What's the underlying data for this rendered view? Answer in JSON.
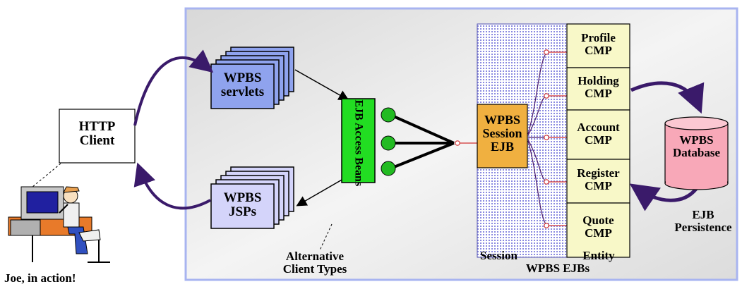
{
  "http_client": {
    "line1": "HTTP",
    "line2": "Client"
  },
  "person_caption": "Joe, in action!",
  "servlets": {
    "line1": "WPBS",
    "line2": "servlets"
  },
  "jsps": {
    "line1": "WPBS",
    "line2": "JSPs"
  },
  "access_beans": "EJB Access Beans",
  "alt_client_types": {
    "line1": "Alternative",
    "line2": "Client Types"
  },
  "session_ejb": {
    "line1": "WPBS",
    "line2": "Session",
    "line3": "EJB"
  },
  "entities": [
    {
      "line1": "Profile",
      "line2": "CMP"
    },
    {
      "line1": "Holding",
      "line2": "CMP"
    },
    {
      "line1": "Account",
      "line2": "CMP"
    },
    {
      "line1": "Register",
      "line2": "CMP"
    },
    {
      "line1": "Quote",
      "line2": "CMP"
    }
  ],
  "session_label": "Session",
  "entity_label": "Entity",
  "ejbs_label": "WPBS EJBs",
  "database": {
    "line1": "WPBS",
    "line2": "Database"
  },
  "persistence": {
    "line1": "EJB",
    "line2": "Persistence"
  },
  "colors": {
    "page_blue": "#a8b4f0",
    "servlets_blue": "#8fa3ee",
    "jsps_lilac": "#d4d4fa",
    "access_green": "#22dd22",
    "session_orange": "#f0b040",
    "entity_yellow": "#f8f8c8",
    "database_pink": "#f8a8b8",
    "arrow_purple": "#3a1a6a"
  }
}
